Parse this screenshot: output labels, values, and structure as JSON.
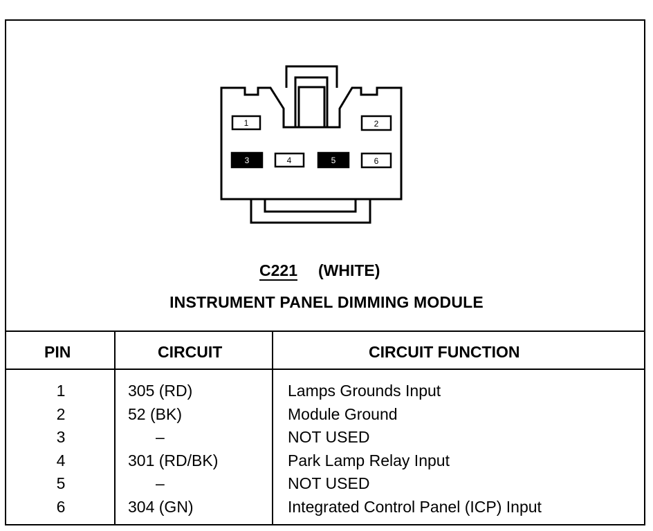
{
  "connector": {
    "id": "C221",
    "color": "(WHITE)",
    "module": "INSTRUMENT PANEL DIMMING MODULE",
    "pins": [
      {
        "label": "1",
        "filled": false
      },
      {
        "label": "2",
        "filled": false
      },
      {
        "label": "3",
        "filled": true
      },
      {
        "label": "4",
        "filled": false
      },
      {
        "label": "5",
        "filled": true
      },
      {
        "label": "6",
        "filled": false
      }
    ]
  },
  "table": {
    "headers": {
      "pin": "PIN",
      "circuit": "CIRCUIT",
      "function": "CIRCUIT FUNCTION"
    },
    "rows": [
      {
        "pin": "1",
        "circuit": "305 (RD)",
        "function": "Lamps Grounds Input"
      },
      {
        "pin": "2",
        "circuit": "52 (BK)",
        "function": "Module Ground"
      },
      {
        "pin": "3",
        "circuit": "–",
        "function": "NOT USED"
      },
      {
        "pin": "4",
        "circuit": "301 (RD/BK)",
        "function": "Park Lamp Relay Input"
      },
      {
        "pin": "5",
        "circuit": "–",
        "function": "NOT USED"
      },
      {
        "pin": "6",
        "circuit": "304 (GN)",
        "function": "Integrated Control Panel (ICP) Input"
      }
    ]
  }
}
